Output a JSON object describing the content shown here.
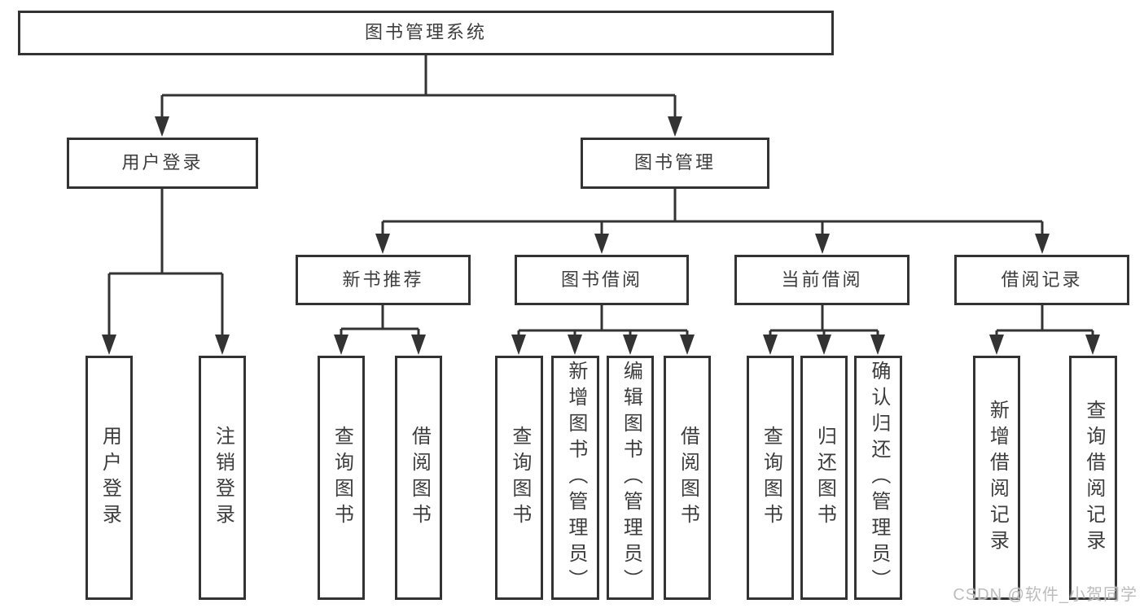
{
  "colors": {
    "line": "#333333",
    "box_border": "#333333",
    "box_fill": "#ffffff",
    "text": "#3d3d3d",
    "background": "#ffffff",
    "watermark_text": "#b8b8b8"
  },
  "watermark": "CSDN @软件_小贺同学",
  "tree": {
    "label": "图书管理系统",
    "children": [
      {
        "label": "用户登录",
        "children": [
          {
            "label": "用户登录"
          },
          {
            "label": "注销登录"
          }
        ]
      },
      {
        "label": "图书管理",
        "children": [
          {
            "label": "新书推荐",
            "children": [
              {
                "label": "查询图书"
              },
              {
                "label": "借阅图书"
              }
            ]
          },
          {
            "label": "图书借阅",
            "children": [
              {
                "label": "查询图书"
              },
              {
                "label": "新增图书（管理员）"
              },
              {
                "label": "编辑图书（管理员）"
              },
              {
                "label": "借阅图书"
              }
            ]
          },
          {
            "label": "当前借阅",
            "children": [
              {
                "label": "查询图书"
              },
              {
                "label": "归还图书"
              },
              {
                "label": "确认归还（管理员）"
              }
            ]
          },
          {
            "label": "借阅记录",
            "children": [
              {
                "label": "新增借阅记录"
              },
              {
                "label": "查询借阅记录"
              }
            ]
          }
        ]
      }
    ]
  }
}
